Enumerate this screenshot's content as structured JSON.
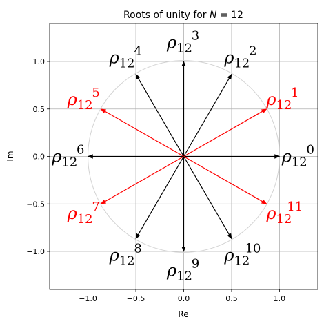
{
  "chart_data": {
    "type": "vector",
    "title": "Roots of unity for N = 12",
    "title_parts": {
      "prefix": "Roots of unity for ",
      "var": "N",
      "suffix": " = 12"
    },
    "xlabel": "Re",
    "ylabel": "Im",
    "xlim": [
      -1.4,
      1.4
    ],
    "ylim": [
      -1.4,
      1.4
    ],
    "grid": true,
    "x_ticks": [
      -1.0,
      -0.5,
      0.0,
      0.5,
      1.0
    ],
    "y_ticks": [
      -1.0,
      -0.5,
      0.0,
      0.5,
      1.0
    ],
    "x_tick_labels": [
      "−1.0",
      "−0.5",
      "0.0",
      "0.5",
      "1.0"
    ],
    "y_tick_labels": [
      "−1.0",
      "−0.5",
      "0.0",
      "0.5",
      "1.0"
    ],
    "unit_circle": {
      "center": [
        0,
        0
      ],
      "radius": 1,
      "color": "#d3d3d3"
    },
    "N": 12,
    "roots": [
      {
        "k": 0,
        "re": 1.0,
        "im": 0.0,
        "color": "#000000",
        "label_base": "ρ",
        "label_sub": "12",
        "label_sup": "0"
      },
      {
        "k": 1,
        "re": 0.866,
        "im": 0.5,
        "color": "#ff0000",
        "label_base": "ρ",
        "label_sub": "12",
        "label_sup": "1"
      },
      {
        "k": 2,
        "re": 0.5,
        "im": 0.866,
        "color": "#000000",
        "label_base": "ρ",
        "label_sub": "12",
        "label_sup": "2"
      },
      {
        "k": 3,
        "re": 0.0,
        "im": 1.0,
        "color": "#000000",
        "label_base": "ρ",
        "label_sub": "12",
        "label_sup": "3"
      },
      {
        "k": 4,
        "re": -0.5,
        "im": 0.866,
        "color": "#000000",
        "label_base": "ρ",
        "label_sub": "12",
        "label_sup": "4"
      },
      {
        "k": 5,
        "re": -0.866,
        "im": 0.5,
        "color": "#ff0000",
        "label_base": "ρ",
        "label_sub": "12",
        "label_sup": "5"
      },
      {
        "k": 6,
        "re": -1.0,
        "im": 0.0,
        "color": "#000000",
        "label_base": "ρ",
        "label_sub": "12",
        "label_sup": "6"
      },
      {
        "k": 7,
        "re": -0.866,
        "im": -0.5,
        "color": "#ff0000",
        "label_base": "ρ",
        "label_sub": "12",
        "label_sup": "7"
      },
      {
        "k": 8,
        "re": -0.5,
        "im": -0.866,
        "color": "#000000",
        "label_base": "ρ",
        "label_sub": "12",
        "label_sup": "8"
      },
      {
        "k": 9,
        "re": 0.0,
        "im": -1.0,
        "color": "#000000",
        "label_base": "ρ",
        "label_sub": "12",
        "label_sup": "9"
      },
      {
        "k": 10,
        "re": 0.5,
        "im": -0.866,
        "color": "#000000",
        "label_base": "ρ",
        "label_sub": "12",
        "label_sup": "10"
      },
      {
        "k": 11,
        "re": 0.866,
        "im": -0.5,
        "color": "#ff0000",
        "label_base": "ρ",
        "label_sub": "12",
        "label_sup": "11"
      }
    ]
  }
}
